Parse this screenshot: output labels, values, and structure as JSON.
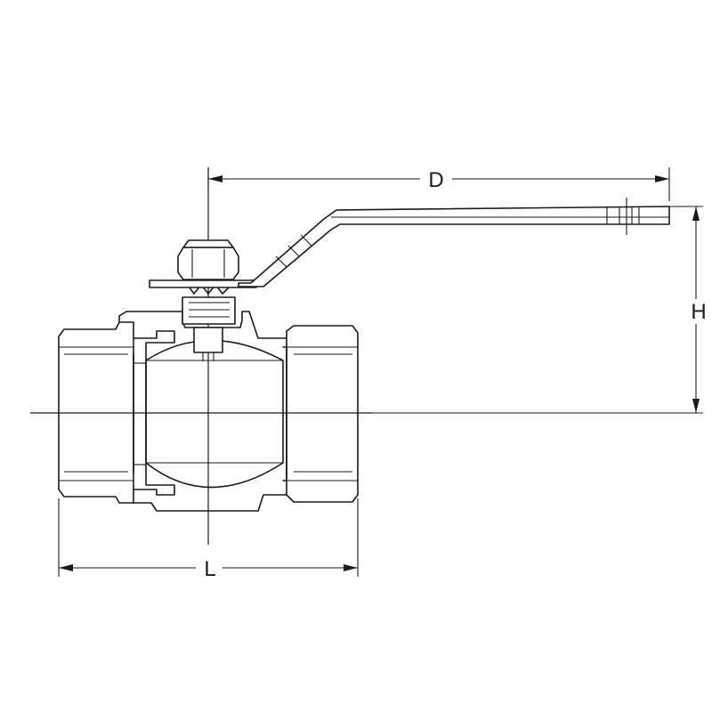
{
  "diagram": {
    "labels": {
      "D": "D",
      "H": "H",
      "L": "L"
    },
    "line_color": "#1a1a1a",
    "background": "#ffffff"
  }
}
